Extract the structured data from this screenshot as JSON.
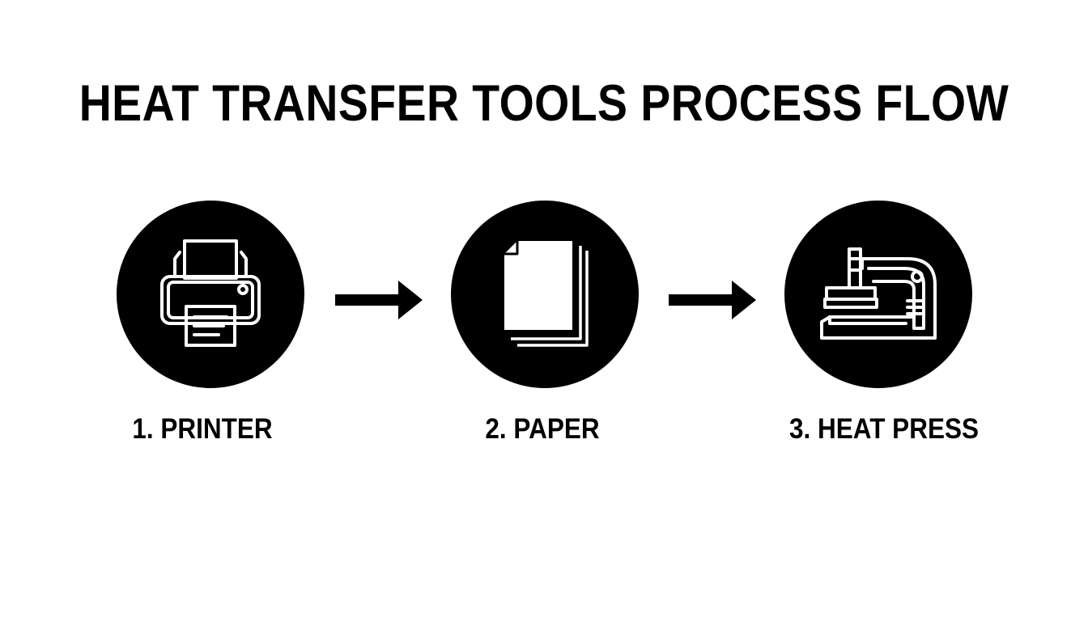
{
  "diagram": {
    "title": "HEAT TRANSFER TOOLS PROCESS FLOW",
    "steps": [
      {
        "label": "1. PRINTER",
        "icon": "printer-icon"
      },
      {
        "label": "2. PAPER",
        "icon": "paper-stack-icon"
      },
      {
        "label": "3. HEAT PRESS",
        "icon": "heat-press-icon"
      }
    ],
    "connectors": [
      "arrow-right-icon",
      "arrow-right-icon"
    ]
  },
  "colors": {
    "background": "#ffffff",
    "circle_fill": "#000000",
    "icon_stroke": "#ffffff",
    "text": "#000000"
  }
}
